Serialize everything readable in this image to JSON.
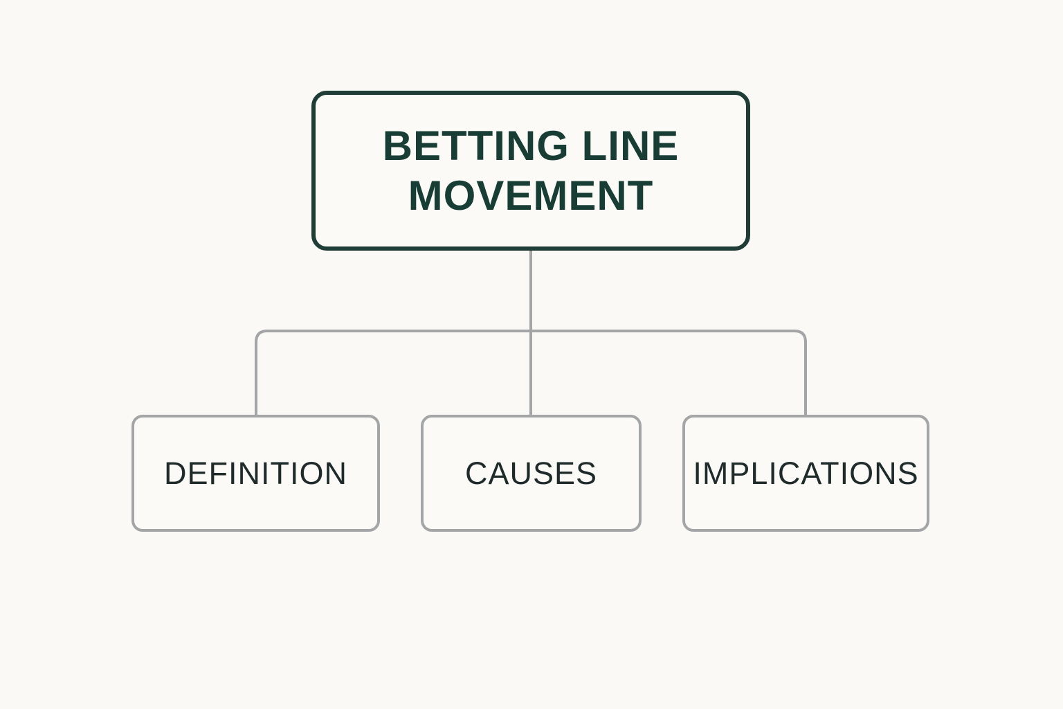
{
  "diagram": {
    "root": {
      "label": "BETTING LINE\nMOVEMENT"
    },
    "children": [
      {
        "label": "DEFINITION"
      },
      {
        "label": "CAUSES"
      },
      {
        "label": "IMPLICATIONS"
      }
    ]
  },
  "colors": {
    "background": "#faf9f6",
    "root_border": "#1f3d36",
    "root_text": "#173d34",
    "child_border": "#a3a5a7",
    "child_text": "#1f2b2b",
    "connector": "#a3a5a7"
  }
}
